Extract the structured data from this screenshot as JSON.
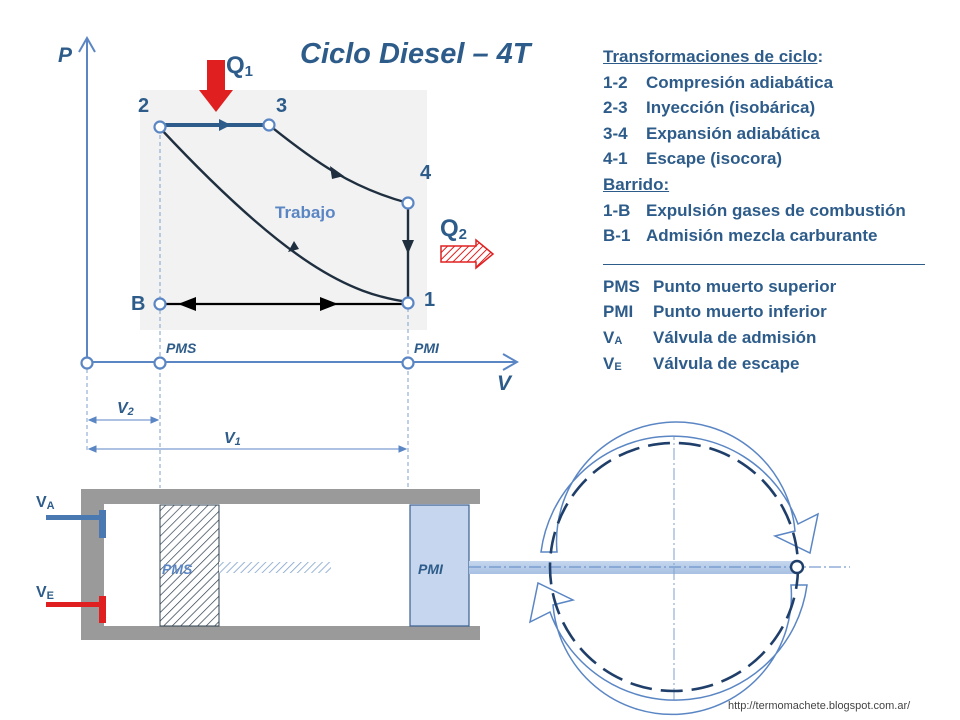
{
  "title": "Ciclo Diesel – 4T",
  "axes": {
    "y_label": "P",
    "x_label": "V"
  },
  "points": {
    "p1": "1",
    "p2": "2",
    "p3": "3",
    "p4": "4",
    "pB": "B"
  },
  "heat": {
    "q1": "Q",
    "q1_sub": "1",
    "q2": "Q",
    "q2_sub": "2"
  },
  "work_label": "Trabajo",
  "axis_marks": {
    "pms": "PMS",
    "pmi": "PMI"
  },
  "volumes": {
    "v2": "V",
    "v2_sub": "2",
    "v1": "V",
    "v1_sub": "1"
  },
  "cylinder": {
    "intake_valve": "V",
    "intake_valve_sub": "A",
    "exhaust_valve": "V",
    "exhaust_valve_sub": "E",
    "piston_pms": "PMS",
    "piston_pmi": "PMI"
  },
  "legend": {
    "heading": "Transformaciones de ciclo",
    "heading_suffix": ":",
    "transformations": [
      {
        "key": "1-2",
        "text": "Compresión adiabática"
      },
      {
        "key": "2-3",
        "text": "Inyección (isobárica)"
      },
      {
        "key": "3-4",
        "text": "Expansión adiabática"
      },
      {
        "key": "4-1",
        "text": "Escape (isocora)"
      }
    ],
    "sweep_heading": "Barrido:",
    "sweep": [
      {
        "key": "1-B",
        "text": "Expulsión gases de combustión"
      },
      {
        "key": "B-1",
        "text": "Admisión mezcla carburante"
      }
    ],
    "definitions": [
      {
        "key": "PMS",
        "key_sub": "",
        "text": "Punto muerto superior"
      },
      {
        "key": "PMI",
        "key_sub": "",
        "text": "Punto muerto inferior"
      },
      {
        "key": "V",
        "key_sub": "A",
        "text": "Válvula de admisión"
      },
      {
        "key": "V",
        "key_sub": "E",
        "text": "Válvula de escape"
      }
    ]
  },
  "credit": "http://termomachete.blogspot.com.ar/",
  "colors": {
    "axis": "#5b86c4",
    "text": "#2e5c8a",
    "q1_arrow": "#e02020",
    "intake_valve": "#4a78b0",
    "exhaust_valve": "#e02020",
    "piston_pmi_fill": "#c5d6ee",
    "cylinder_wall": "#9a9a9a"
  }
}
